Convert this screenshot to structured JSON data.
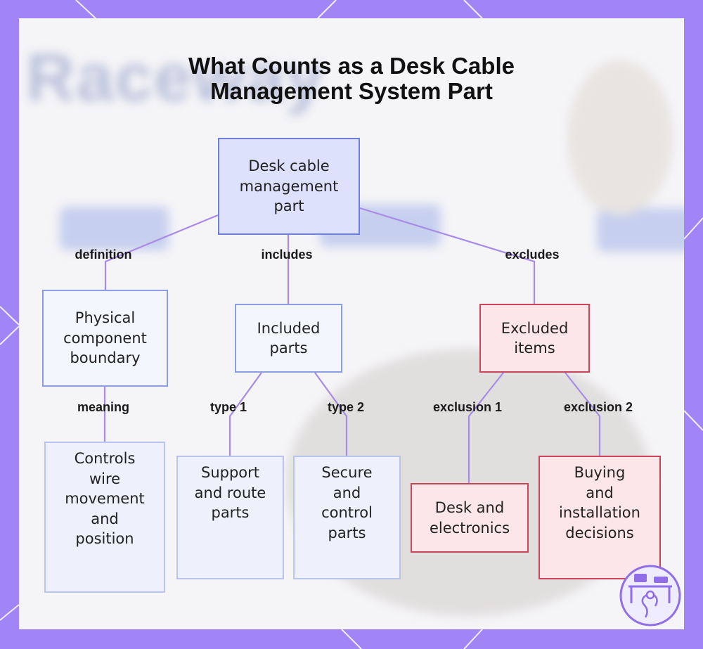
{
  "title_lines": [
    "What Counts as a Desk Cable",
    "Management System Part"
  ],
  "background_word": "Raceway",
  "nodes": {
    "root": "Desk cable\nmanagement\npart",
    "definition": "Physical\ncomponent\nboundary",
    "included": "Included\nparts",
    "excluded": "Excluded\nitems",
    "meaning": "Controls\nwire\nmovement\nand\nposition",
    "type1": "Support\nand route\nparts",
    "type2": "Secure\nand\ncontrol\nparts",
    "excl1": "Desk and\nelectronics",
    "excl2": "Buying\nand\ninstallation\ndecisions"
  },
  "edge_labels": {
    "definition": "definition",
    "includes": "includes",
    "excludes": "excludes",
    "meaning": "meaning",
    "type1": "type 1",
    "type2": "type 2",
    "exclusion1": "exclusion 1",
    "exclusion2": "exclusion 2"
  },
  "colors": {
    "frame": "#a185f6",
    "connector": "#a88be6",
    "root_fill": "#dde1fb",
    "included_fill": "#f4f6fd",
    "excluded_fill": "#fde6ea",
    "excluded_border": "#c9465a"
  },
  "logo_icon": "desk-cable-badge-icon"
}
